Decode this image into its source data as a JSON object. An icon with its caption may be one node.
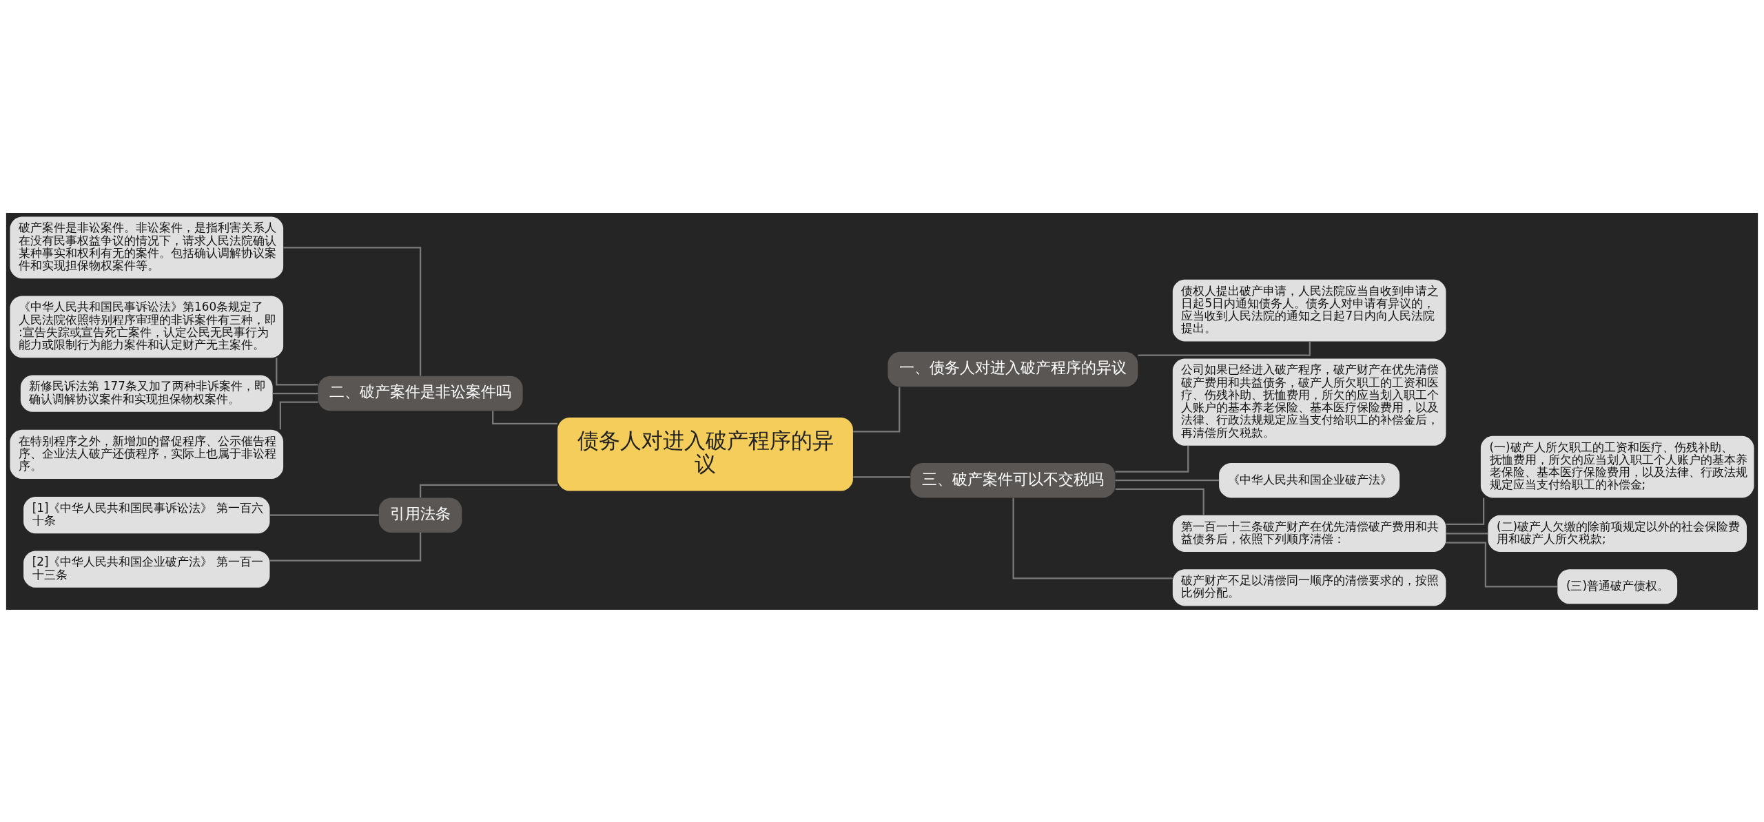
{
  "diagram": {
    "nodes": [
      {
        "text": [
          "债务人对进入破产程序的异议"
        ]
      },
      {
        "text": [
          "一、债务人对进入破产程序的异议"
        ]
      },
      {
        "text": [
          "债权人提出破产申请，人民法院应当自收到申请之日起5日内通知债务人。债务人对申请有异议的，应当收到人民法院的通知之日起7日内向人民法院提出。"
        ]
      },
      {
        "text": [
          "三、破产案件可以不交税吗"
        ]
      },
      {
        "text": [
          "公司如果已经进入破产程序，破产财产在优先清偿破产费用和共益债务，破产人所欠职工的工资和医疗、伤残补助、抚恤费用，所欠的应当划入职工个人账户的基本养老保险、基本医疗保险费用，以及法律、行政法规规定应当支付给职工的补偿金后，再清偿所欠税款。"
        ]
      },
      {
        "text": [
          "《中华人民共和国企业破产法》"
        ]
      },
      {
        "text": [
          "第一百一十三条破产财产在优先清偿破产费用和共益债务后，依照下列顺序清偿："
        ]
      },
      {
        "text": [
          "(一)破产人所欠职工的工资和医疗、伤残补助、抚恤费用，所欠的应当划入职工个人账户的基本养老保险、基本医疗保险费用，以及法律、行政法规规定应当支付给职工的补偿金;"
        ]
      },
      {
        "text": [
          "(二)破产人欠缴的除前项规定以外的社会保险费用和破产人所欠税款;"
        ]
      },
      {
        "text": [
          "(三)普通破产债权。"
        ]
      },
      {
        "text": [
          "破产财产不足以清偿同一顺序的清偿要求的，按照比例分配。"
        ]
      },
      {
        "text": [
          "二、破产案件是非讼案件吗"
        ]
      },
      {
        "text": [
          "破产案件是非讼案件。非讼案件，是指利害关系人在没有民事权益争议的情况下，请求人民法院确认某种事实和权利有无的案件。包括确认调解协议案件和实现担保物权案件等。"
        ]
      },
      {
        "text": [
          "《中华人民共和国民事诉讼法》第160条规定了人民法院依照特别程序审理的非诉案件有三种，即:宣告失踪或宣告死亡案件，认定公民无民事行为能力或限制行为能力案件和认定财产无主案件。"
        ]
      },
      {
        "text": [
          "新修民诉法第 177条又加了两种非诉案件，即确认调解协议案件和实现担保物权案件。"
        ]
      },
      {
        "text": [
          "在特别程序之外，新增加的督促程序、公示催告程序、企业法人破产还债程序，实际上也属于非讼程序。"
        ]
      },
      {
        "text": [
          "引用法条"
        ]
      },
      {
        "text": [
          "[1]《中华人民共和国民事诉讼法》 第一百六十条"
        ]
      },
      {
        "text": [
          "[2]《中华人民共和国企业破产法》 第一百一十三条"
        ]
      }
    ],
    "edges": [
      {
        "from": 0,
        "to": 1,
        "arrow": "none"
      },
      {
        "from": 1,
        "to": 2,
        "arrow": "none"
      },
      {
        "from": 0,
        "to": 3,
        "arrow": "none"
      },
      {
        "from": 3,
        "to": 4,
        "arrow": "none"
      },
      {
        "from": 3,
        "to": 5,
        "arrow": "none"
      },
      {
        "from": 3,
        "to": 6,
        "arrow": "none"
      },
      {
        "from": 6,
        "to": 7,
        "arrow": "none"
      },
      {
        "from": 6,
        "to": 8,
        "arrow": "none"
      },
      {
        "from": 6,
        "to": 9,
        "arrow": "none"
      },
      {
        "from": 3,
        "to": 10,
        "arrow": "none"
      },
      {
        "from": 0,
        "to": 11,
        "arrow": "none"
      },
      {
        "from": 11,
        "to": 12,
        "arrow": "none"
      },
      {
        "from": 11,
        "to": 13,
        "arrow": "none"
      },
      {
        "from": 11,
        "to": 14,
        "arrow": "none"
      },
      {
        "from": 11,
        "to": 15,
        "arrow": "none"
      },
      {
        "from": 0,
        "to": 16,
        "arrow": "none"
      },
      {
        "from": 16,
        "to": 17,
        "arrow": "none"
      },
      {
        "from": 16,
        "to": 18,
        "arrow": "none"
      }
    ]
  }
}
